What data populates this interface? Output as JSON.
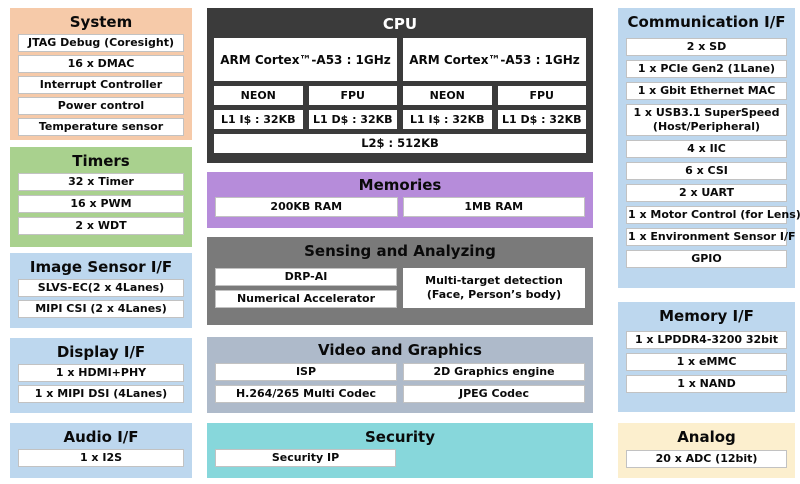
{
  "diagram": {
    "panels": {
      "system": {
        "title": "System",
        "items": [
          "JTAG Debug (Coresight)",
          "16 x DMAC",
          "Interrupt Controller",
          "Power control",
          "Temperature sensor"
        ]
      },
      "timers": {
        "title": "Timers",
        "items": [
          "32 x Timer",
          "16 x PWM",
          "2 x WDT"
        ]
      },
      "image_sensor": {
        "title": "Image Sensor I/F",
        "items": [
          "SLVS-EC(2 x 4Lanes)",
          "MIPI CSI (2 x 4Lanes)"
        ]
      },
      "display": {
        "title": "Display I/F",
        "items": [
          "1 x HDMI+PHY",
          "1 x MIPI DSI (4Lanes)"
        ]
      },
      "audio": {
        "title": "Audio I/F",
        "items": [
          "1 x I2S"
        ]
      },
      "cpu": {
        "title": "CPU",
        "cores": [
          "ARM Cortex™-A53 : 1GHz",
          "ARM Cortex™-A53 : 1GHz"
        ],
        "units": [
          "NEON",
          "FPU",
          "NEON",
          "FPU"
        ],
        "l1_caches": [
          "L1 I$ : 32KB",
          "L1 D$ : 32KB",
          "L1 I$ : 32KB",
          "L1 D$ : 32KB"
        ],
        "l2_cache": "L2$ : 512KB"
      },
      "memories": {
        "title": "Memories",
        "items": [
          "200KB RAM",
          "1MB RAM"
        ]
      },
      "sensing": {
        "title": "Sensing and Analyzing",
        "items": [
          "DRP-AI",
          "Numerical Accelerator"
        ],
        "multi_target_line1": "Multi-target detection",
        "multi_target_line2": "(Face, Person’s body)"
      },
      "video": {
        "title": "Video and Graphics",
        "items": [
          "ISP",
          "2D Graphics engine",
          "H.264/265 Multi Codec",
          "JPEG Codec"
        ]
      },
      "security": {
        "title": "Security",
        "items": [
          "Security IP"
        ]
      },
      "communication": {
        "title": "Communication I/F",
        "items": [
          "2 x SD",
          "1 x PCIe Gen2 (1Lane)",
          "1 x Gbit Ethernet MAC",
          "1 x USB3.1 SuperSpeed (Host/Peripheral)",
          "4 x IIC",
          "6 x CSI",
          "2 x UART",
          "1 x Motor Control (for Lens)",
          "1 x Environment Sensor I/F",
          "GPIO"
        ]
      },
      "memory_if": {
        "title": "Memory I/F",
        "items": [
          "1 x LPDDR4-3200 32bit",
          "1 x eMMC",
          "1 x NAND"
        ]
      },
      "analog": {
        "title": "Analog",
        "items": [
          "20 x ADC (12bit)"
        ]
      }
    },
    "colors": {
      "system_bg": "#F6CAA9",
      "timers_bg": "#A9D18E",
      "io_bg": "#BDD7EE",
      "cpu_bg": "#3B3B3B",
      "memories_bg": "#B68CDA",
      "sensing_bg": "#7A7A7A",
      "video_bg": "#AEBACA",
      "security_bg": "#87D7DB",
      "analog_bg": "#FCEFCE",
      "box_bg": "#FFFFFF",
      "text": "#0A0A0A"
    }
  }
}
